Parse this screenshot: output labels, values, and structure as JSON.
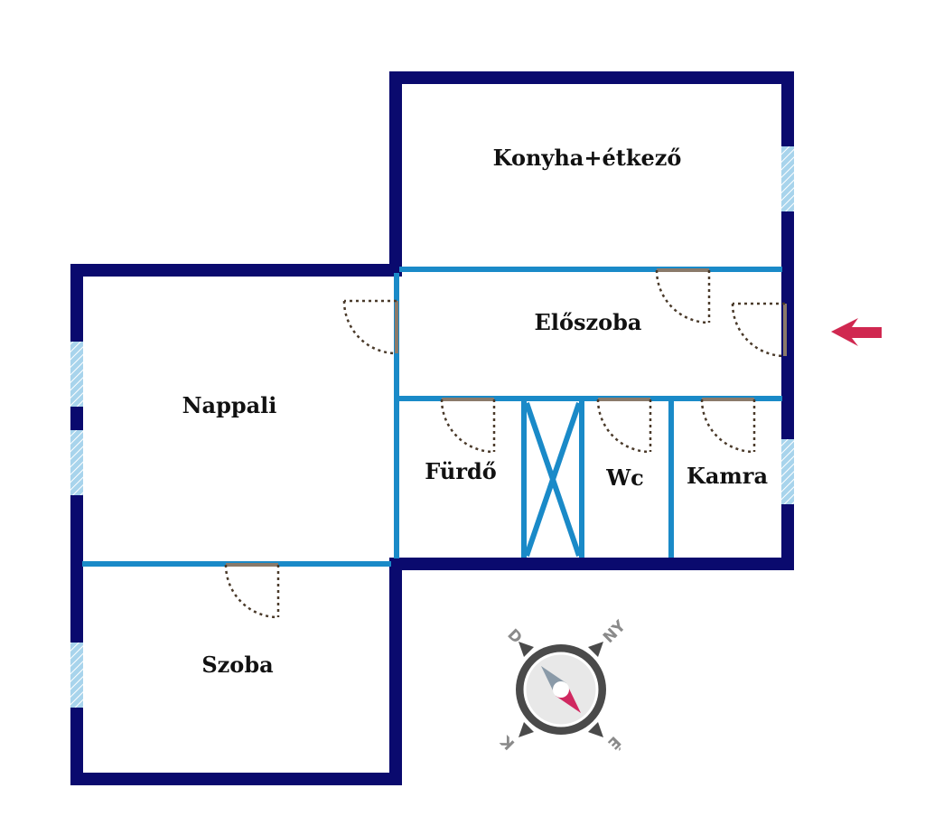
{
  "colors": {
    "outer_wall": "#0a0a6e",
    "inner_wall": "#1a8ac8",
    "window": "#a8d4ec",
    "door_frame": "#8a7a6a",
    "door_swing": "#4a3a2a",
    "entrance_arrow": "#d02850",
    "compass_ring": "#4a4a4a",
    "compass_face": "#e8e8e8",
    "needle_south": "#8a9aa8",
    "needle_north": "#d02860"
  },
  "rooms": {
    "konyha": "Konyha+étkező",
    "eloszoba": "Előszoba",
    "nappali": "Nappali",
    "furdo": "Fürdő",
    "wc": "Wc",
    "kamra": "Kamra",
    "szoba": "Szoba"
  },
  "compass": {
    "north_label": "NY",
    "west_label": "D",
    "south_label": "K",
    "east_label": "É"
  },
  "entrance_icon": "entrance-arrow-icon"
}
